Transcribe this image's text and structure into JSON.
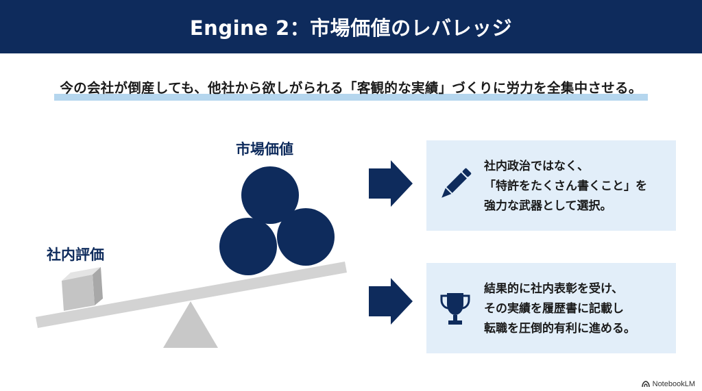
{
  "header": {
    "title": "Engine 2：市場価値のレバレッジ"
  },
  "subtitle": "今の会社が倒産しても、他社から欲しがられる「客観的な実績」づくりに労力を全集中させる。",
  "diagram": {
    "market_value_label": "市場価値",
    "internal_eval_label": "社内評価"
  },
  "cards": [
    {
      "icon": "pen-icon",
      "lines": [
        "社内政治ではなく、",
        "「特許をたくさん書くこと」を",
        "強力な武器として選択。"
      ]
    },
    {
      "icon": "trophy-icon",
      "lines": [
        "結果的に社内表彰を受け、",
        "その実績を履歴書に記載し",
        "転職を圧倒的有利に進める。"
      ]
    }
  ],
  "watermark": "NotebookLM",
  "colors": {
    "navy": "#0e2b5c",
    "card_bg": "#e2eef9",
    "highlight": "#b5d6ee",
    "seesaw_gray": "#cfcfcf"
  }
}
